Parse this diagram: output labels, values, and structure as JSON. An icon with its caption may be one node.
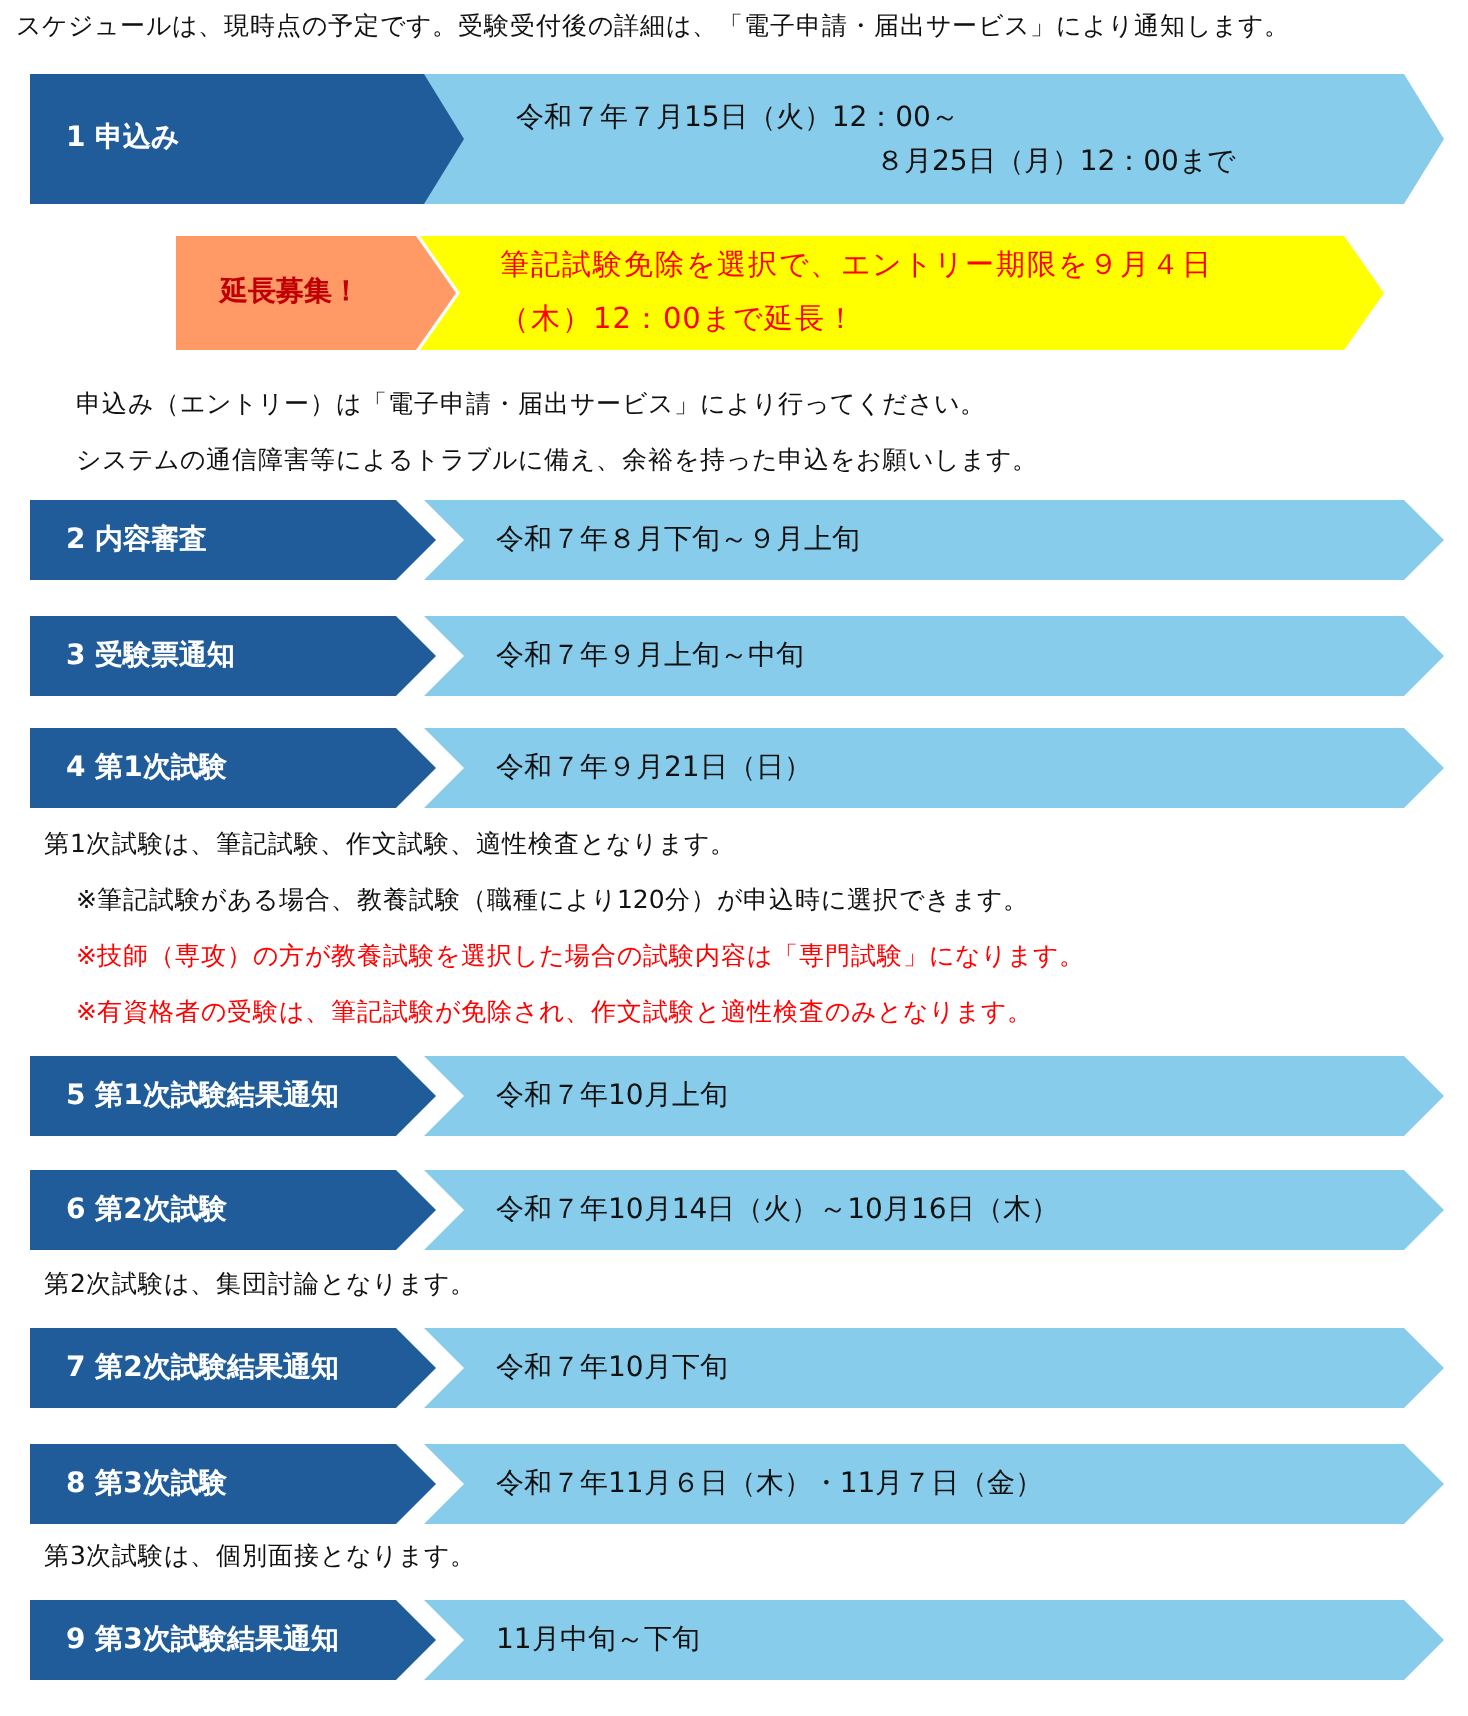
{
  "diagram": {
    "nodes": [
      {
        "text": [
          "1 申込み"
        ]
      },
      {
        "text": [
          "令和７年７月15日（火）12：00～",
          "８月25日（月）12：00まで"
        ]
      },
      {
        "text": [
          "延長募集！"
        ]
      },
      {
        "text": [
          "筆記試験免除を選択で、エントリー期限を９月４日（木）12：00まで延長！"
        ]
      },
      {
        "text": [
          "2 内容審査"
        ]
      },
      {
        "text": [
          "令和７年８月下旬～９月上旬"
        ]
      },
      {
        "text": [
          "3 受験票通知"
        ]
      },
      {
        "text": [
          "令和７年９月上旬～中旬"
        ]
      },
      {
        "text": [
          "4 第1次試験"
        ]
      },
      {
        "text": [
          "令和７年９月21日（日）"
        ]
      },
      {
        "text": [
          "5 第1次試験結果通知"
        ]
      },
      {
        "text": [
          "令和７年10月上旬"
        ]
      },
      {
        "text": [
          "6 第2次試験"
        ]
      },
      {
        "text": [
          "令和７年10月14日（火）～10月16日（木）"
        ]
      },
      {
        "text": [
          "7 第2次試験結果通知"
        ]
      },
      {
        "text": [
          "令和７年10月下旬"
        ]
      },
      {
        "text": [
          "8 第3次試験"
        ]
      },
      {
        "text": [
          "令和７年11月６日（木）・11月７日（金）"
        ]
      },
      {
        "text": [
          "9 第3次試験結果通知"
        ]
      },
      {
        "text": [
          "11月中旬～下旬"
        ]
      }
    ],
    "labels": [
      "スケジュールは、現時点の予定です。受験受付後の詳細は、「電子申請・届出サービス」により通知します。",
      "申込み（エントリー）は「電子申請・届出サービス」により行ってください。",
      "システムの通信障害等によるトラブルに備え、余裕を持った申込をお願いします。",
      "第1次試験は、筆記試験、作文試験、適性検査となります。",
      "※筆記試験がある場合、教養試験（職種により120分）が申込時に選択できます。",
      "※技師（専攻）の方が教養試験を選択した場合の試験内容は「専門試験」になります。",
      "※有資格者の受験は、筆記試験が免除され、作文試験と適性検査のみとなります。",
      "第2次試験は、集団討論となります。",
      "第3次試験は、個別面接となります。"
    ]
  }
}
